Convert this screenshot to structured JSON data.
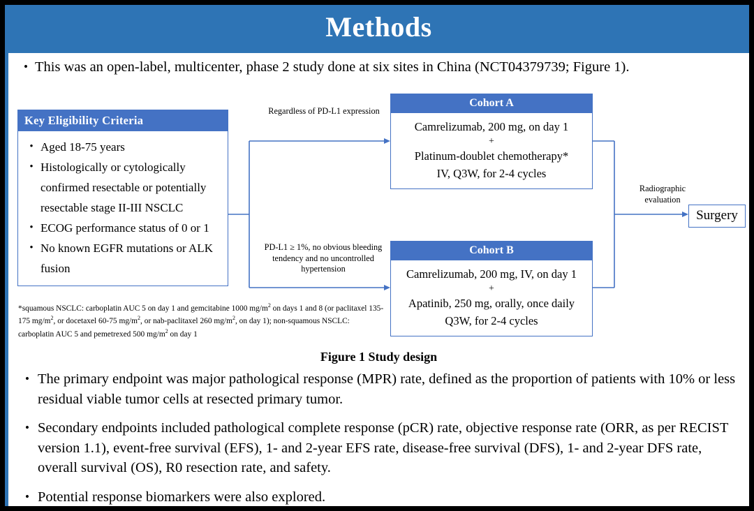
{
  "slide": {
    "title": "Methods",
    "accent_header": "#2E74B5",
    "accent_box": "#4472C4",
    "intro_bullet": "This was an open-label, multicenter, phase 2 study done at six sites in China (NCT04379739; Figure 1)."
  },
  "eligibility": {
    "header": "Key  Eligibility Criteria",
    "items": [
      "Aged 18-75 years",
      "Histologically or cytologically confirmed resectable or potentially resectable stage II-III  NSCLC",
      "ECOG performance status of 0 or 1",
      "No known EGFR mutations or ALK fusion"
    ]
  },
  "footnote": {
    "line1_a": "*squamous NSCLC: carboplatin AUC 5 on day 1 and gemcitabine 1000 mg/m",
    "line1_b": " on days 1 and 8 (or paclitaxel 135-175 mg/m",
    "line1_c": ", or docetaxel 60-75 mg/m",
    "line1_d": ", or nab-paclitaxel 260 mg/m",
    "line1_e": ", on day 1); non-squamous NSCLC: carboplatin AUC 5 and pemetrexed 500 mg/m",
    "line1_f": " on day 1",
    "sup": "2"
  },
  "connectors": {
    "top_label": "Regardless of PD-L1 expression",
    "bottom_label": "PD-L1 ≥ 1%, no obvious bleeding tendency and no uncontrolled hypertension",
    "radiographic_label": "Radiographic evaluation",
    "line_color": "#4472C4"
  },
  "cohort_a": {
    "header": "Cohort A",
    "line1": "Camrelizumab, 200 mg, on day 1",
    "plus": "+",
    "line2": "Platinum-doublet chemotherapy*",
    "line3": "IV, Q3W, for 2-4 cycles"
  },
  "cohort_b": {
    "header": "Cohort B",
    "line1": "Camrelizumab, 200 mg, IV, on day 1",
    "plus": "+",
    "line2": "Apatinib, 250 mg, orally, once daily",
    "line3": "Q3W, for 2-4 cycles"
  },
  "surgery": {
    "label": "Surgery"
  },
  "figure_caption": "Figure 1 Study design",
  "bullets": [
    "The primary endpoint was major pathological response (MPR) rate, defined as the proportion of patients with 10% or less residual viable tumor cells at resected primary tumor.",
    "Secondary endpoints included pathological complete response (pCR) rate, objective response rate (ORR, as per RECIST version 1.1), event-free survival (EFS), 1- and 2-year EFS rate, disease-free survival (DFS), 1- and 2-year DFS rate, overall survival (OS), R0 resection rate, and safety.",
    "Potential response biomarkers were also explored."
  ],
  "bullet_glyph": "•"
}
